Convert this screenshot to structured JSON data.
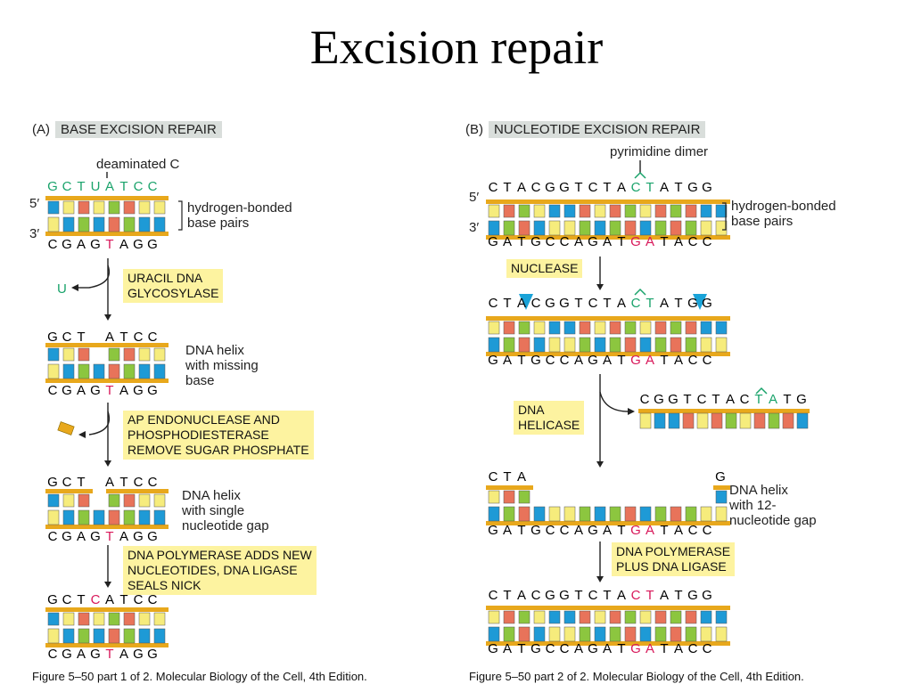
{
  "slide": {
    "title": "Excision repair"
  },
  "panelA": {
    "letter": "(A)",
    "title": "BASE EXCISION REPAIR",
    "annotation": "deaminated C",
    "five_prime": "5′",
    "three_prime": "3′",
    "bracket_label": "hydrogen-bonded\nbase pairs",
    "removed_base": "U",
    "steps": [
      {
        "top": "GCTUATCC",
        "bottom": "CGAGTAGG"
      },
      {
        "top": "GCT ATCC",
        "bottom": "CGAGTAGG",
        "label": "DNA helix\nwith missing\nbase"
      },
      {
        "top": "GCT ATCC",
        "bottom": "CGAGTAGG",
        "label": "DNA helix\nwith single\nnucleotide gap"
      },
      {
        "top": "GCTCATCC",
        "bottom": "CGAGTAGG"
      }
    ],
    "enzymes": [
      "URACIL DNA\nGLYCOSYLASE",
      "AP ENDONUCLEASE AND\nPHOSPHODIESTERASE\nREMOVE SUGAR PHOSPHATE",
      "DNA POLYMERASE ADDS NEW\nNUCLEOTIDES, DNA LIGASE\nSEALS NICK"
    ],
    "caption": "Figure 5–50 part 1 of 2. Molecular Biology of the Cell, 4th Edition."
  },
  "panelB": {
    "letter": "(B)",
    "title": "NUCLEOTIDE EXCISION REPAIR",
    "annotation": "pyrimidine dimer",
    "five_prime": "5′",
    "three_prime": "3′",
    "bracket_label": "hydrogen-bonded\nbase pairs",
    "steps": [
      {
        "top": "CTACGGTCTACTATGG",
        "bottom": "GATGCCAGATGATACC"
      },
      {
        "top": "CTACGGTCTACTATGG",
        "bottom": "GATGCCAGATGATACC"
      },
      {
        "top_left": "CTA",
        "top_right": "G",
        "bottom": "GATGCCAGATGATACC",
        "label": "DNA helix\nwith 12-\nnucleotide gap"
      },
      {
        "top": "CTACGGTCTACTATGG",
        "bottom": "GATGCCAGATGATACC"
      }
    ],
    "excised_fragment": "CGGTCTACTATG",
    "enzymes": [
      "NUCLEASE",
      "DNA\nHELICASE",
      "DNA POLYMERASE\nPLUS DNA LIGASE"
    ],
    "caption": "Figure 5–50 part 2 of 2. Molecular Biology of the Cell, 4th Edition."
  },
  "colors": {
    "backbone": "#e8a81c",
    "green_base": "#8cc63f",
    "blue_base": "#1e9ad6",
    "red_base": "#e8735a",
    "yellow_base": "#f6ec7c",
    "damaged_letter": "#1aa36b",
    "mismatch_letter": "#d8185a",
    "enzyme_box": "#fdf3a0",
    "nuclease_marker": "#1aa3d8"
  }
}
